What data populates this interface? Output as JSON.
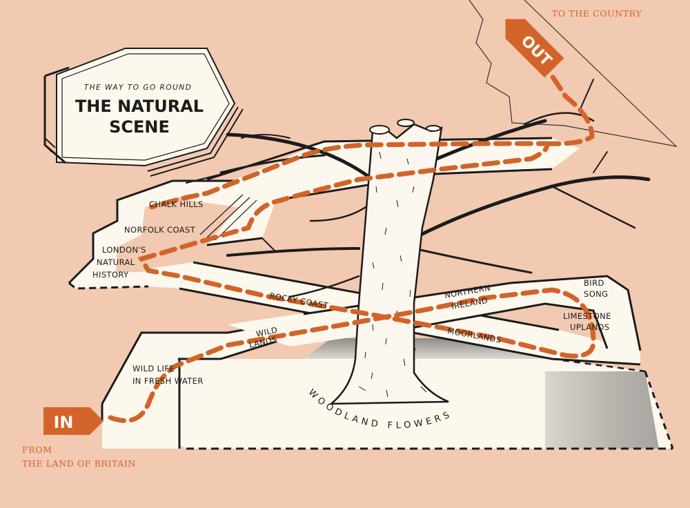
{
  "title": {
    "small": "THE WAY TO GO ROUND",
    "line1": "THE NATURAL",
    "line2": "SCENE"
  },
  "start": {
    "badge": "IN",
    "from_line1": "FROM",
    "from_line2": "THE LAND OF BRITAIN"
  },
  "end": {
    "badge": "OUT",
    "to_text": "TO THE COUNTRY"
  },
  "stations": [
    "WILD LIFE",
    "IN FRESH WATER",
    "WILD",
    "LANDS",
    "ROCKY COAST",
    "MOORLANDS",
    "NORTHERN",
    "IRELAND",
    "BIRD",
    "SONG",
    "LIMESTONE",
    "UPLANDS",
    "LONDON'S",
    "NATURAL",
    "HISTORY",
    "NORFOLK COAST",
    "CHALK HILLS"
  ],
  "ground_label": "WOODLAND FLOWERS",
  "colors": {
    "background": "#f2c9b1",
    "path": "#fdf8ee",
    "route": "#d2642a",
    "ink": "#1b1b1b"
  }
}
